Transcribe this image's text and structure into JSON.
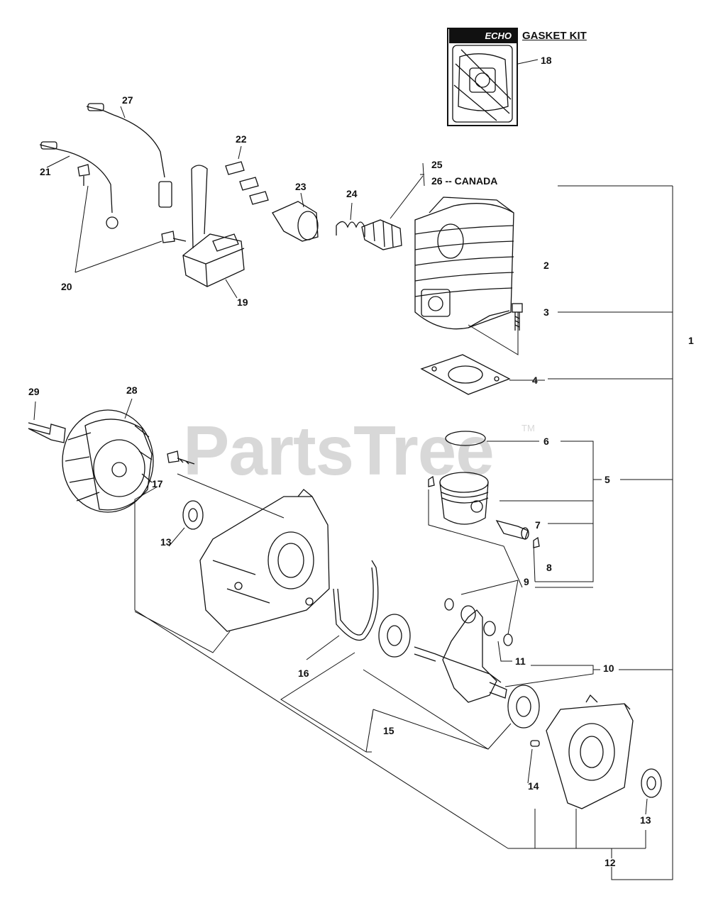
{
  "watermark": {
    "brand": "PartsTree",
    "trademark": "TM"
  },
  "gasket_kit": {
    "badge": "ECHO",
    "title": "GASKET KIT"
  },
  "callouts": {
    "c1": "1",
    "c2": "2",
    "c3": "3",
    "c4": "4",
    "c5": "5",
    "c6": "6",
    "c7": "7",
    "c8": "8",
    "c9": "9",
    "c10": "10",
    "c11": "11",
    "c12": "12",
    "c13a": "13",
    "c13b": "13",
    "c14": "14",
    "c15": "15",
    "c16": "16",
    "c17": "17",
    "c18": "18",
    "c19": "19",
    "c20": "20",
    "c21": "21",
    "c22": "22",
    "c23": "23",
    "c24": "24",
    "c25": "25",
    "c26": "26 -- CANADA",
    "c27": "27",
    "c28": "28",
    "c29": "29"
  }
}
